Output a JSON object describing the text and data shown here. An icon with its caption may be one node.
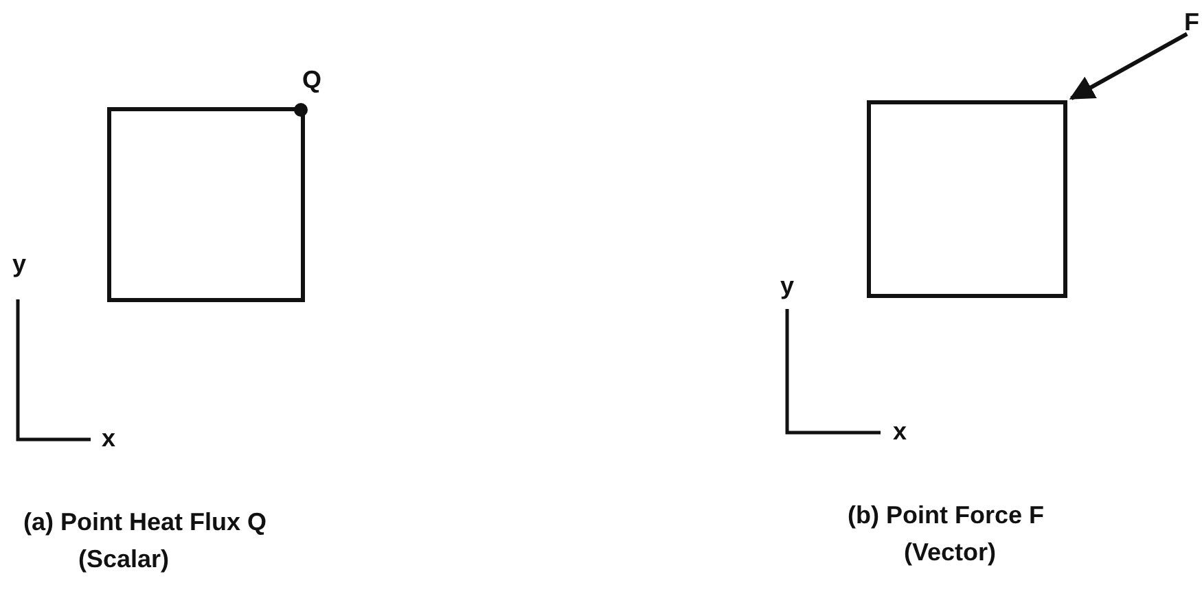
{
  "diagram": {
    "nodes": [
      {
        "text": [],
        "shape": "box"
      },
      {
        "text": [
          "F"
        ]
      },
      {
        "text": [],
        "shape": "box"
      }
    ],
    "edges": [
      {
        "from": 1,
        "to": 2,
        "arrow": "to"
      }
    ],
    "labels": [
      "Q",
      "y",
      "x",
      "y",
      "x",
      "(a) Point Heat Flux Q",
      "(Scalar)",
      "(b) Point Force F",
      "(Vector)"
    ]
  }
}
